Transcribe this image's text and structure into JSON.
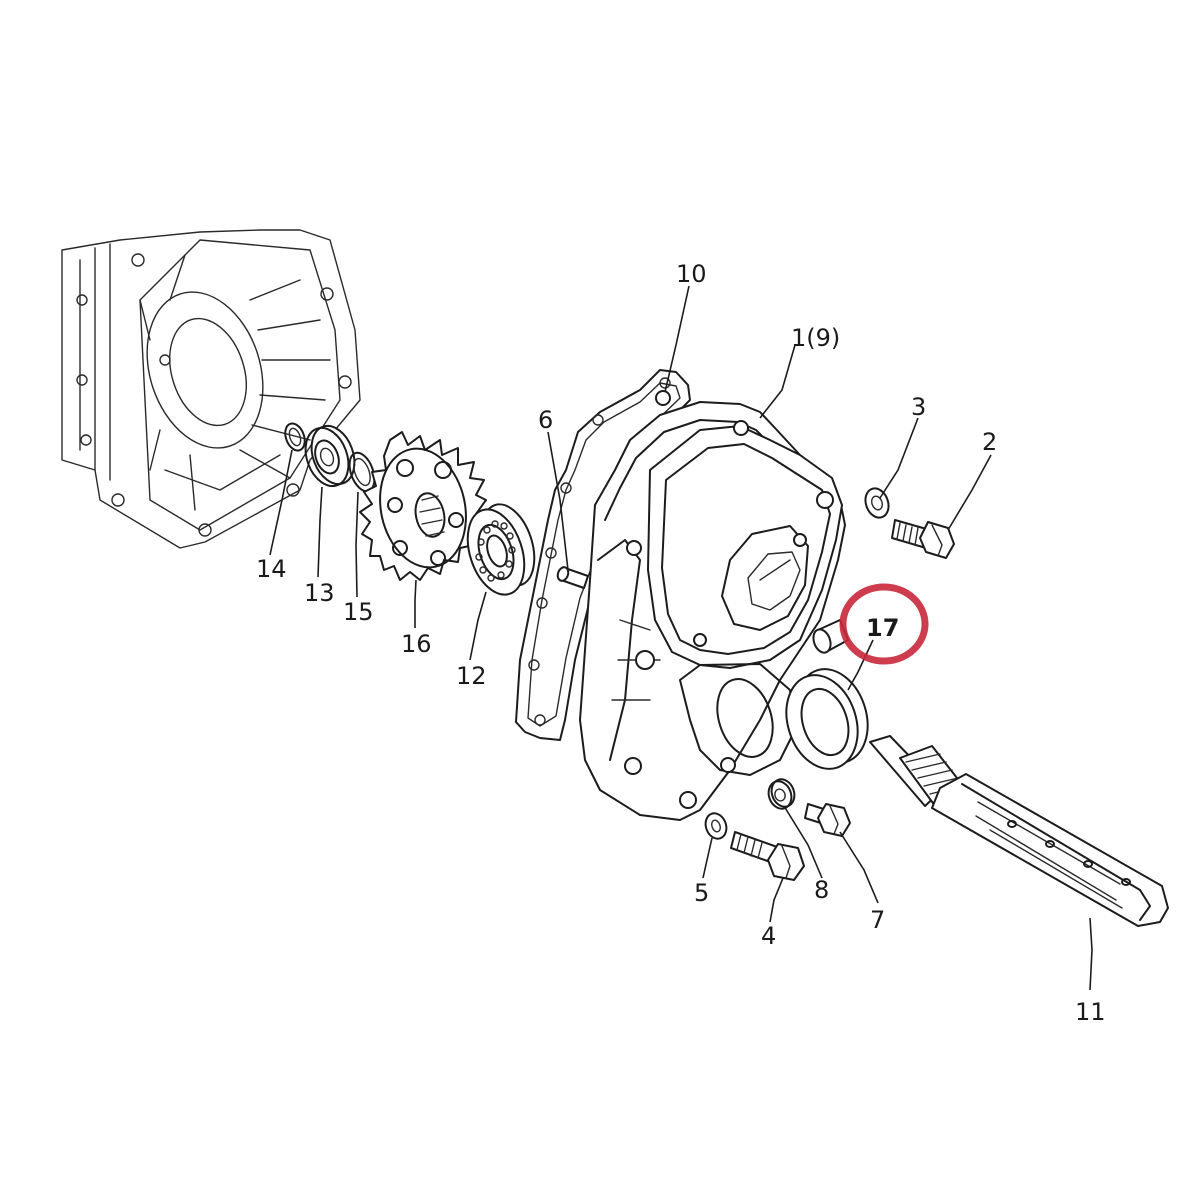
{
  "diagram": {
    "highlight_color": "#c8283a",
    "labels": {
      "p10": "10",
      "p1_9": "1(9)",
      "p6": "6",
      "p3": "3",
      "p2": "2",
      "p17": "17",
      "p14": "14",
      "p13": "13",
      "p15": "15",
      "p16": "16",
      "p12": "12",
      "p5": "5",
      "p4": "4",
      "p8": "8",
      "p7": "7",
      "p11": "11"
    }
  }
}
